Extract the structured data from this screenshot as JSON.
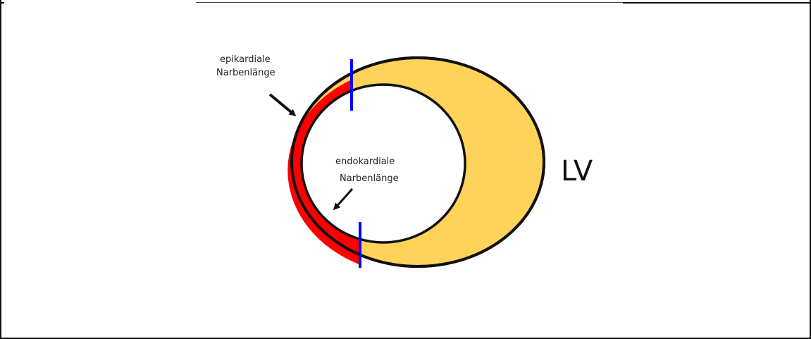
{
  "diagram": {
    "labels": {
      "epicardial_line1": "epikardiale",
      "epicardial_line2": "Narbenlänge",
      "endocardial_line1": "endokardiale",
      "endocardial_line2": "Narbenlänge",
      "ventricle": "LV"
    },
    "colors": {
      "myocardium": "#FFD35A",
      "scar": "#FF0000",
      "scar_boundary_marker": "#0000FF",
      "outline": "#111111",
      "cavity": "#FFFFFF"
    }
  }
}
